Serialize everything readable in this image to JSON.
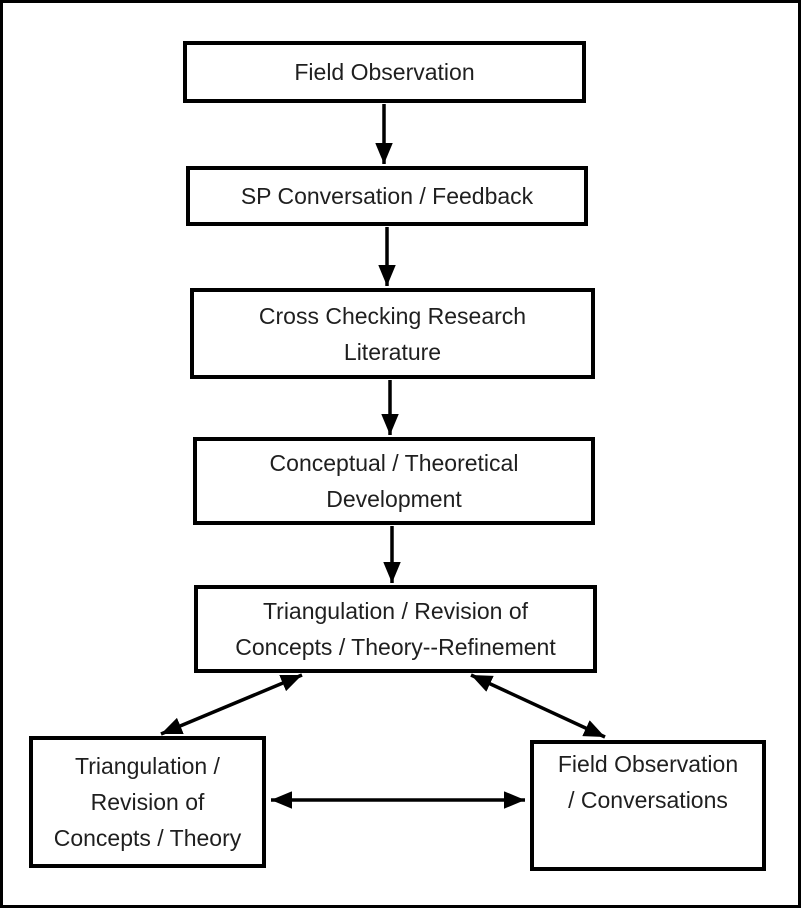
{
  "diagram": {
    "title": "Research process flowchart",
    "colors": {
      "background": "#ffffff",
      "box_fill": "#ffffff",
      "border": "#000000",
      "text": "#1f1f1f",
      "arrow": "#000000"
    },
    "boxes": [
      {
        "id": "field-observation",
        "lines": [
          "Field Observation"
        ]
      },
      {
        "id": "sp-conversation-feedback",
        "lines": [
          "SP Conversation / Feedback"
        ]
      },
      {
        "id": "cross-checking-research-literature",
        "lines": [
          "Cross Checking Research",
          "Literature"
        ]
      },
      {
        "id": "conceptual-theoretical-development",
        "lines": [
          "Conceptual / Theoretical",
          "Development"
        ]
      },
      {
        "id": "triangulation-revision-refinement",
        "lines": [
          "Triangulation / Revision of",
          "Concepts / Theory--Refinement"
        ]
      },
      {
        "id": "triangulation-revision-concepts-theory",
        "lines": [
          "Triangulation /",
          "Revision of",
          "Concepts / Theory"
        ]
      },
      {
        "id": "field-observation-conversations",
        "lines": [
          "Field Observation",
          "/ Conversations"
        ]
      }
    ],
    "connections": [
      {
        "from": "field-observation",
        "to": "sp-conversation-feedback",
        "double_headed": false
      },
      {
        "from": "sp-conversation-feedback",
        "to": "cross-checking-research-literature",
        "double_headed": false
      },
      {
        "from": "cross-checking-research-literature",
        "to": "conceptual-theoretical-development",
        "double_headed": false
      },
      {
        "from": "conceptual-theoretical-development",
        "to": "triangulation-revision-refinement",
        "double_headed": false
      },
      {
        "from": "triangulation-revision-refinement",
        "to": "triangulation-revision-concepts-theory",
        "double_headed": true
      },
      {
        "from": "triangulation-revision-refinement",
        "to": "field-observation-conversations",
        "double_headed": true
      },
      {
        "from": "triangulation-revision-concepts-theory",
        "to": "field-observation-conversations",
        "double_headed": true
      }
    ]
  }
}
